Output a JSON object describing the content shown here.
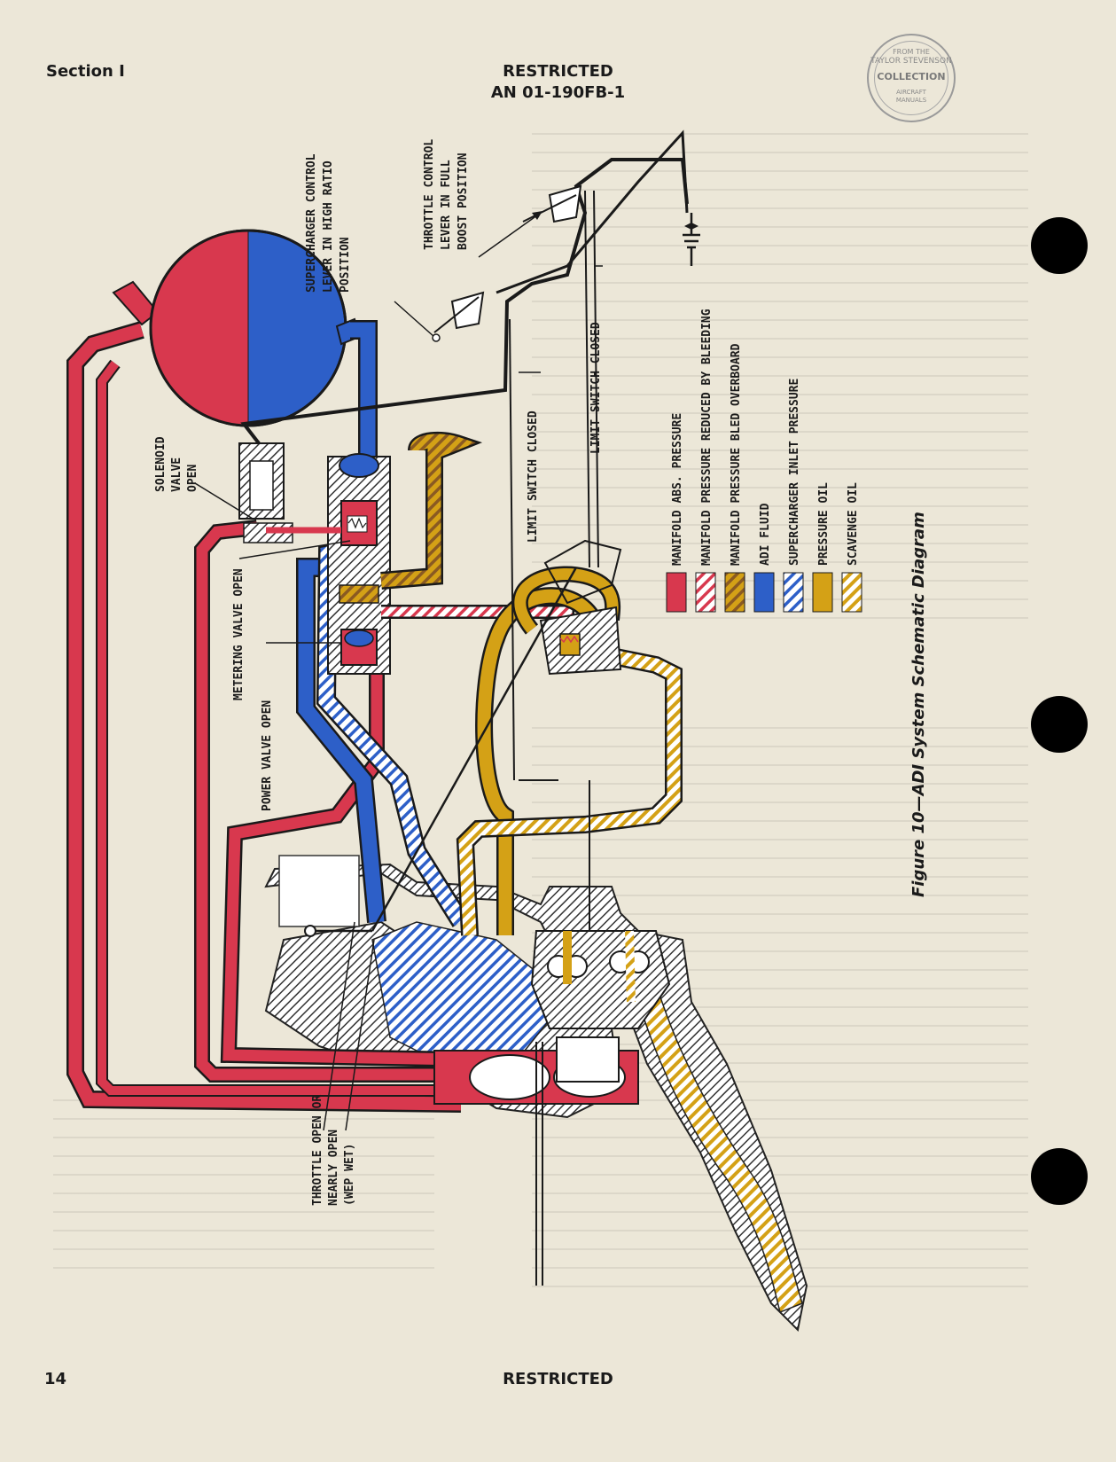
{
  "header": {
    "section": "Section I",
    "restricted": "RESTRICTED",
    "doc_number": "AN 01-190FB-1"
  },
  "footer": {
    "page_number": "14",
    "restricted": "RESTRICTED"
  },
  "stamp": {
    "line1": "FROM THE",
    "line2": "TAYLOR STEVENSON",
    "line3": "COLLECTION",
    "line4": "AIRCRAFT",
    "line5": "MANUALS"
  },
  "figure": {
    "caption": "Figure 10—ADI System Schematic Diagram",
    "labels": {
      "supercharger": [
        "SUPERCHARGER CONTROL",
        "LEVER IN HIGH RATIO",
        "POSITION"
      ],
      "throttle_full": [
        "THROTTLE CONTROL",
        "LEVER IN FULL",
        "BOOST POSITION"
      ],
      "solenoid": [
        "SOLENOID",
        "VALVE",
        "OPEN"
      ],
      "limit_switch_1": "LIMIT SWITCH CLOSED",
      "limit_switch_2": "LIMIT SWITCH CLOSED",
      "metering": "METERING VALVE OPEN",
      "power": "POWER VALVE OPEN",
      "throttle_open": [
        "THROTTLE OPEN OR",
        "NEARLY OPEN",
        "(WEP WET)"
      ]
    },
    "legend": [
      {
        "label": "MANIFOLD ABS. PRESSURE",
        "color": "#d8384e",
        "pattern": "solid"
      },
      {
        "label": "MANIFOLD PRESSURE REDUCED BY BLEEDING",
        "color": "#d8384e",
        "pattern": "hatch"
      },
      {
        "label": "MANIFOLD PRESSURE BLED OVERBOARD",
        "color": "#c0853a",
        "pattern": "hatch"
      },
      {
        "label": "ADI FLUID",
        "color": "#2d5fc8",
        "pattern": "solid"
      },
      {
        "label": "SUPERCHARGER INLET PRESSURE",
        "color": "#2d5fc8",
        "pattern": "hatch"
      },
      {
        "label": "PRESSURE OIL",
        "color": "#d4a116",
        "pattern": "solid"
      },
      {
        "label": "SCAVENGE OIL",
        "color": "#d4a116",
        "pattern": "hatch"
      }
    ]
  }
}
